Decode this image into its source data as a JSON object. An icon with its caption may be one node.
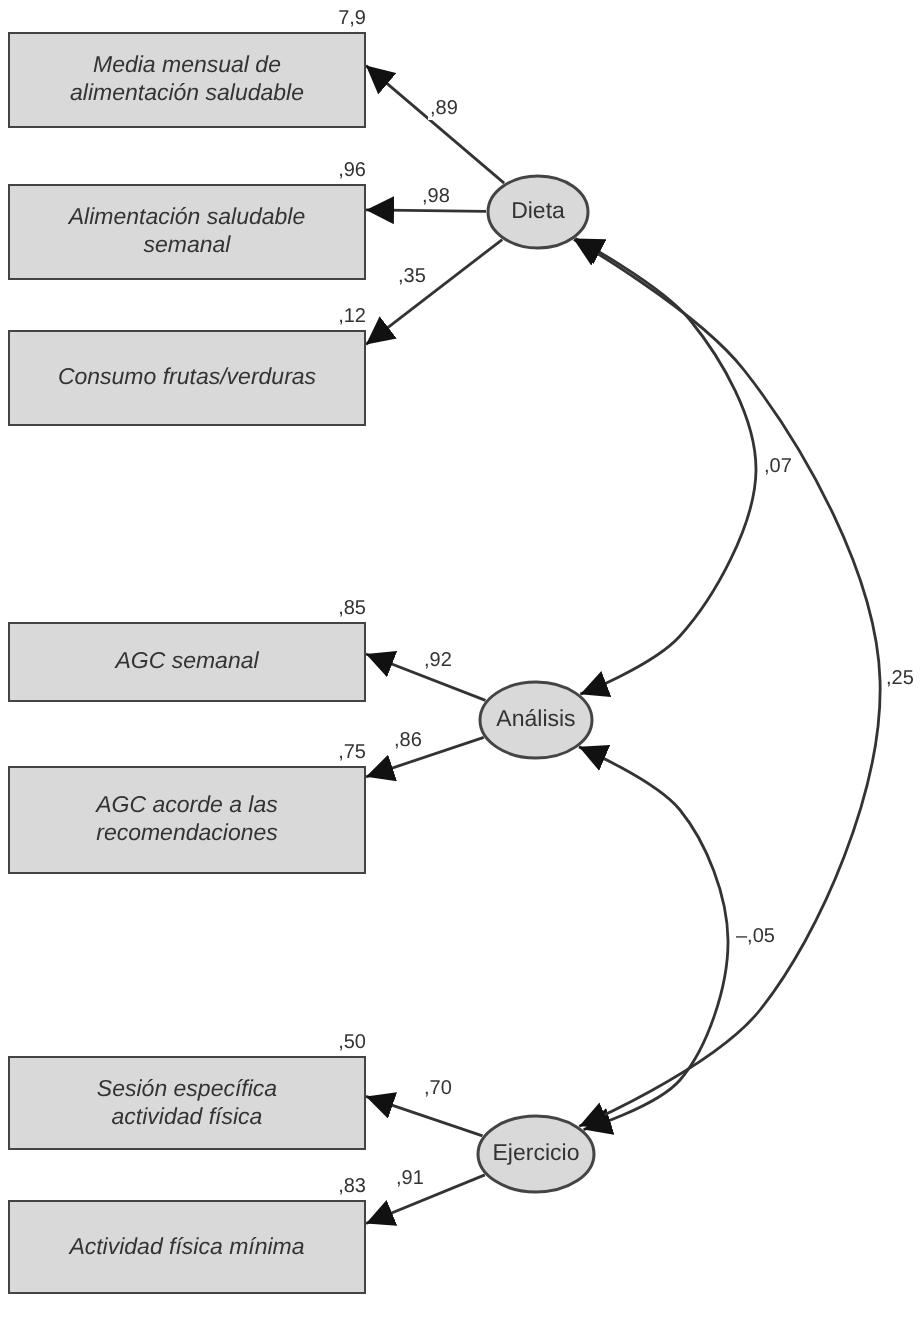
{
  "diagram": {
    "nodes": [
      {
        "text": [
          "Media mensual de alimentación saludable"
        ],
        "beside": [
          "7,9"
        ]
      },
      {
        "text": [
          "Alimentación saludable semanal"
        ],
        "beside": [
          ",96"
        ]
      },
      {
        "text": [
          "Consumo frutas/verduras"
        ],
        "beside": [
          ",12"
        ]
      },
      {
        "text": [
          "Dieta"
        ]
      },
      {
        "text": [
          "AGC semanal"
        ],
        "beside": [
          ",85"
        ]
      },
      {
        "text": [
          "AGC acorde a las recomendaciones"
        ],
        "beside": [
          ",75"
        ]
      },
      {
        "text": [
          "Análisis"
        ]
      },
      {
        "text": [
          "Sesión específica actividad física"
        ],
        "beside": [
          ",50"
        ]
      },
      {
        "text": [
          "Actividad física mínima"
        ],
        "beside": [
          ",83"
        ]
      },
      {
        "text": [
          "Ejercicio"
        ]
      }
    ],
    "edges": [
      {
        "from": 3,
        "to": 0,
        "arrow": "to",
        "label": ",89"
      },
      {
        "from": 3,
        "to": 1,
        "arrow": "to",
        "label": ",98"
      },
      {
        "from": 3,
        "to": 2,
        "arrow": "to",
        "label": ",35"
      },
      {
        "from": 6,
        "to": 4,
        "arrow": "to",
        "label": ",92"
      },
      {
        "from": 6,
        "to": 5,
        "arrow": "to",
        "label": ",86"
      },
      {
        "from": 9,
        "to": 7,
        "arrow": "to",
        "label": ",70"
      },
      {
        "from": 9,
        "to": 8,
        "arrow": "to",
        "label": ",91"
      },
      {
        "from": 3,
        "to": 6,
        "arrow": "both",
        "label": ",07"
      },
      {
        "from": 6,
        "to": 9,
        "arrow": "both",
        "label": "–,05"
      },
      {
        "from": 3,
        "to": 9,
        "arrow": "both",
        "label": ",25"
      }
    ]
  }
}
